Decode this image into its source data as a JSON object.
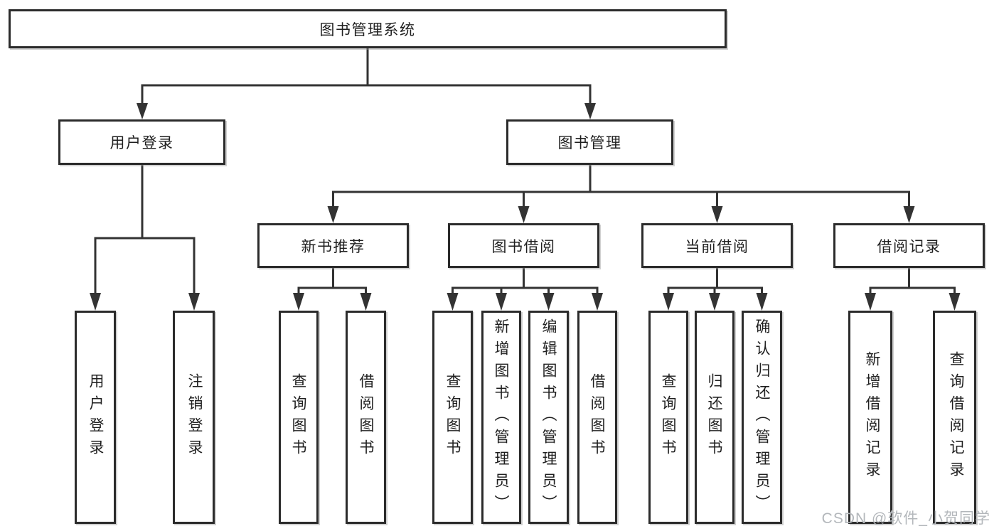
{
  "diagram_title": "图书管理系统",
  "nodes": {
    "root": {
      "label": "图书管理系统"
    },
    "user_login": {
      "label": "用户登录"
    },
    "book_mgmt": {
      "label": "图书管理"
    },
    "new_book_rec": {
      "label": "新书推荐"
    },
    "book_borrow": {
      "label": "图书借阅"
    },
    "current_borrow": {
      "label": "当前借阅"
    },
    "borrow_records": {
      "label": "借阅记录"
    },
    "leaf_user_login": {
      "label": "用户登录"
    },
    "leaf_logout": {
      "label": "注销登录"
    },
    "leaf_nbr_query": {
      "label": "查询图书"
    },
    "leaf_nbr_borrow": {
      "label": "借阅图书"
    },
    "leaf_bb_query": {
      "label": "查询图书"
    },
    "leaf_bb_add": {
      "label": "新增图书（管理员）"
    },
    "leaf_bb_edit": {
      "label": "编辑图书（管理员）"
    },
    "leaf_bb_borrow": {
      "label": "借阅图书"
    },
    "leaf_cb_query": {
      "label": "查询图书"
    },
    "leaf_cb_return": {
      "label": "归还图书"
    },
    "leaf_cb_confirm": {
      "label": "确认归还（管理员）"
    },
    "leaf_br_add": {
      "label": "新增借阅记录"
    },
    "leaf_br_query": {
      "label": "查询借阅记录"
    }
  },
  "hierarchy": {
    "图书管理系统": {
      "用户登录": [
        "用户登录",
        "注销登录"
      ],
      "图书管理": {
        "新书推荐": [
          "查询图书",
          "借阅图书"
        ],
        "图书借阅": [
          "查询图书",
          "新增图书（管理员）",
          "编辑图书（管理员）",
          "借阅图书"
        ],
        "当前借阅": [
          "查询图书",
          "归还图书",
          "确认归还（管理员）"
        ],
        "借阅记录": [
          "新增借阅记录",
          "查询借阅记录"
        ]
      }
    }
  },
  "watermark": {
    "text": "CSDN @软件_小贺同学"
  },
  "colors": {
    "line": "#333333",
    "box_border": "#2b2b2b",
    "text": "#1f1f1f",
    "background": "#ffffff",
    "watermark": "#b3b7bb"
  }
}
